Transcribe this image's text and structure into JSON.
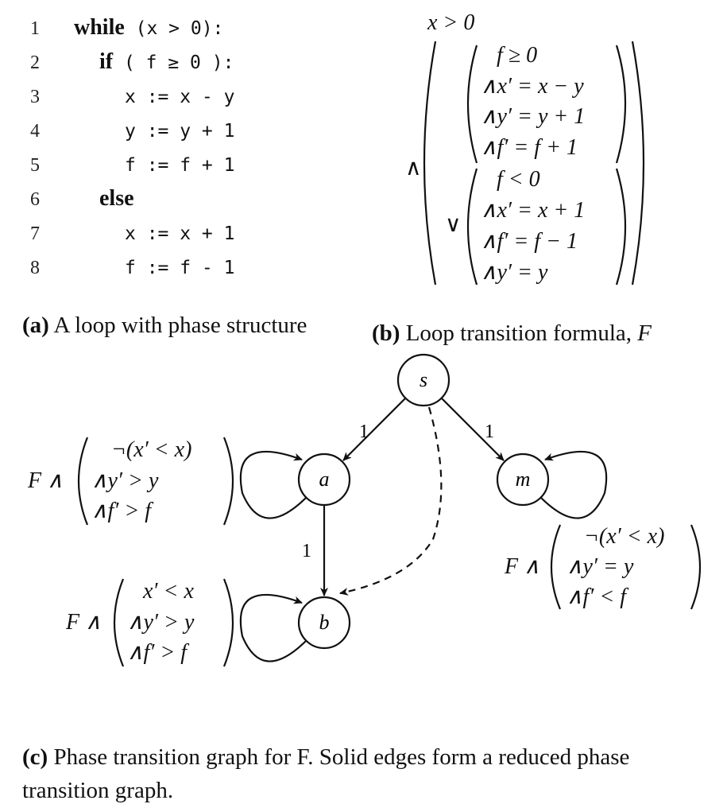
{
  "code": {
    "lines": [
      {
        "num": "1",
        "kw": "while",
        "text": " (x > 0):"
      },
      {
        "num": "2",
        "kw": "if",
        "text": " ( f ≥ 0 ):"
      },
      {
        "num": "3",
        "kw": "",
        "text": "x := x - y"
      },
      {
        "num": "4",
        "kw": "",
        "text": "y := y + 1"
      },
      {
        "num": "5",
        "kw": "",
        "text": "f := f + 1"
      },
      {
        "num": "6",
        "kw": "else",
        "text": ""
      },
      {
        "num": "7",
        "kw": "",
        "text": "x := x + 1"
      },
      {
        "num": "8",
        "kw": "",
        "text": "f := f - 1"
      }
    ]
  },
  "formula": {
    "head": "x > 0",
    "and": "∧",
    "or": "∨",
    "upper": [
      "f ≥ 0",
      "∧x′ = x − y",
      "∧y′ = y + 1",
      "∧f′ = f + 1"
    ],
    "lower": [
      "f < 0",
      "∧x′ = x + 1",
      "∧f′ = f − 1",
      "∧y′ = y"
    ]
  },
  "captions": {
    "a_label": "(a)",
    "a_text": " A loop with phase structure",
    "b_label": "(b)",
    "b_text": " Loop transition formula, ",
    "b_var": "F",
    "c_label": "(c)",
    "c_line1": " Phase transition graph for F. Solid edges form a reduced phase",
    "c_line2": "transition graph."
  },
  "graph": {
    "nodes": {
      "s": "s",
      "a": "a",
      "m": "m",
      "b": "b"
    },
    "edge_labels": {
      "s_a": "1",
      "s_m": "1",
      "a_b": "1"
    },
    "guard_a": {
      "prefix": "F ∧",
      "lines": [
        "¬(x′ < x)",
        "∧y′ > y",
        "∧f′ > f"
      ]
    },
    "guard_b": {
      "prefix": "F ∧",
      "lines": [
        "x′ < x",
        "∧y′ > y",
        "∧f′ > f"
      ]
    },
    "guard_m": {
      "prefix": "F ∧",
      "lines": [
        "¬(x′ < x)",
        "∧y′ = y",
        "∧f′ < f"
      ]
    }
  }
}
